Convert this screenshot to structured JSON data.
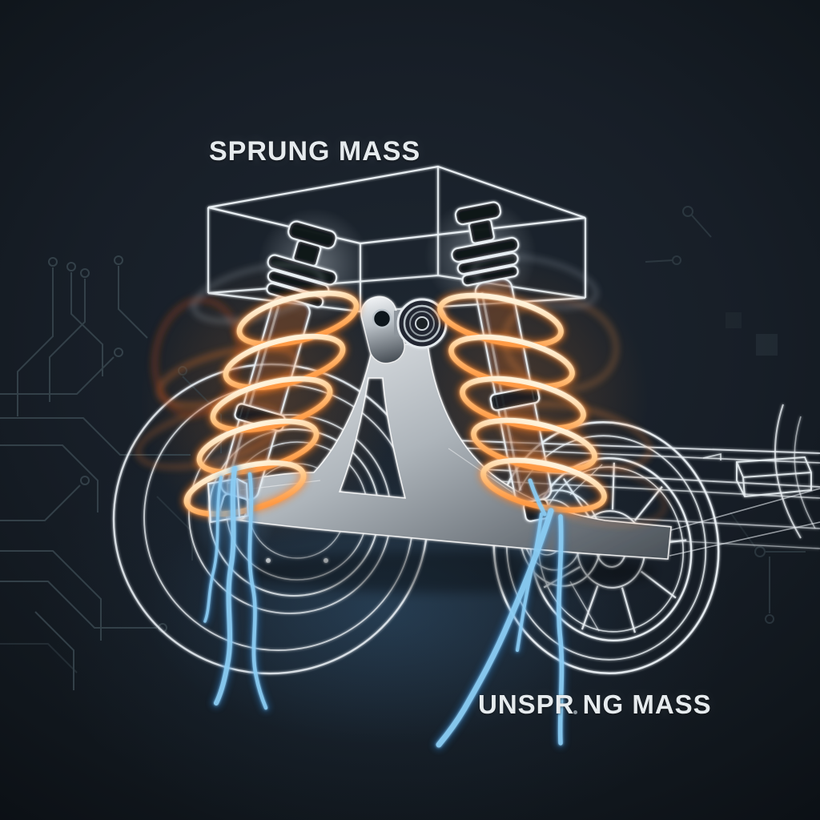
{
  "labels": {
    "sprung_mass": "SPRUNG MASS",
    "unsprung_mass": "UNSPR NG MASS"
  },
  "colors": {
    "background_center": "#1e2731",
    "background_corner": "#0b0f14",
    "wireframe": "#e9eff3",
    "metal_light": "#eef1f3",
    "metal_mid": "#9aa1a8",
    "metal_dark": "#454c53",
    "spring_glow": "#ff7d1f",
    "spring_core": "#ffc98a",
    "spring_core_light": "#fff2da",
    "energy_blue": "#8ccdf4",
    "energy_blue_deep": "#2d7fc4",
    "circuit": "#39474f",
    "label": "#e6ebee"
  },
  "components": [
    "sprung-mass-wireframe-box",
    "shock-absorber-left",
    "shock-absorber-right",
    "coil-spring-left",
    "coil-spring-right",
    "suspension-knuckle",
    "lower-control-arm",
    "wheel-left-wireframe",
    "wheel-right-wireframe",
    "chassis-frame-right",
    "energy-streams-blue",
    "circuit-trace-decorations"
  ]
}
